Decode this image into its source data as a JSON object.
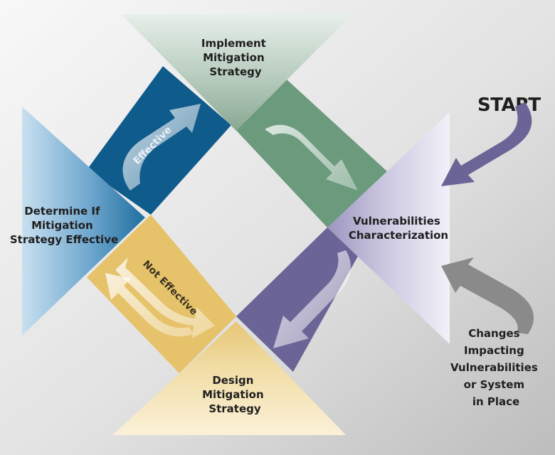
{
  "nodes": {
    "implement": {
      "line1": "Implement",
      "line2": "Mitigation",
      "line3": "Strategy"
    },
    "vulnerabilities": {
      "line1": "Vulnerabilities",
      "line2": "Characterization"
    },
    "design": {
      "line1": "Design",
      "line2": "Mitigation",
      "line3": "Strategy"
    },
    "determine": {
      "line1": "Determine If",
      "line2": "Mitigation",
      "line3": "Strategy Effective"
    }
  },
  "arrow_labels": {
    "effective": "Effective",
    "not_effective": "Not Effective"
  },
  "start_label": "START",
  "changes": {
    "line1": "Changes",
    "line2": "Impacting",
    "line3": "Vulnerabilities",
    "line4": "or System",
    "line5": "in Place"
  },
  "colors": {
    "background_light": "#f7f7f7",
    "background_dark": "#bdbdbd",
    "implement": "#8fae98",
    "implement_band": "#6b9a7d",
    "vulnerabilities": "#b9b3d1",
    "vulnerabilities_band": "#6b6597",
    "design": "#f2d79a",
    "design_band": "#e6c26a",
    "determine": "#3f87b3",
    "determine_band": "#0f5b8b",
    "start_arrow": "#6b6597",
    "changes_arrow": "#8a8a8a"
  }
}
